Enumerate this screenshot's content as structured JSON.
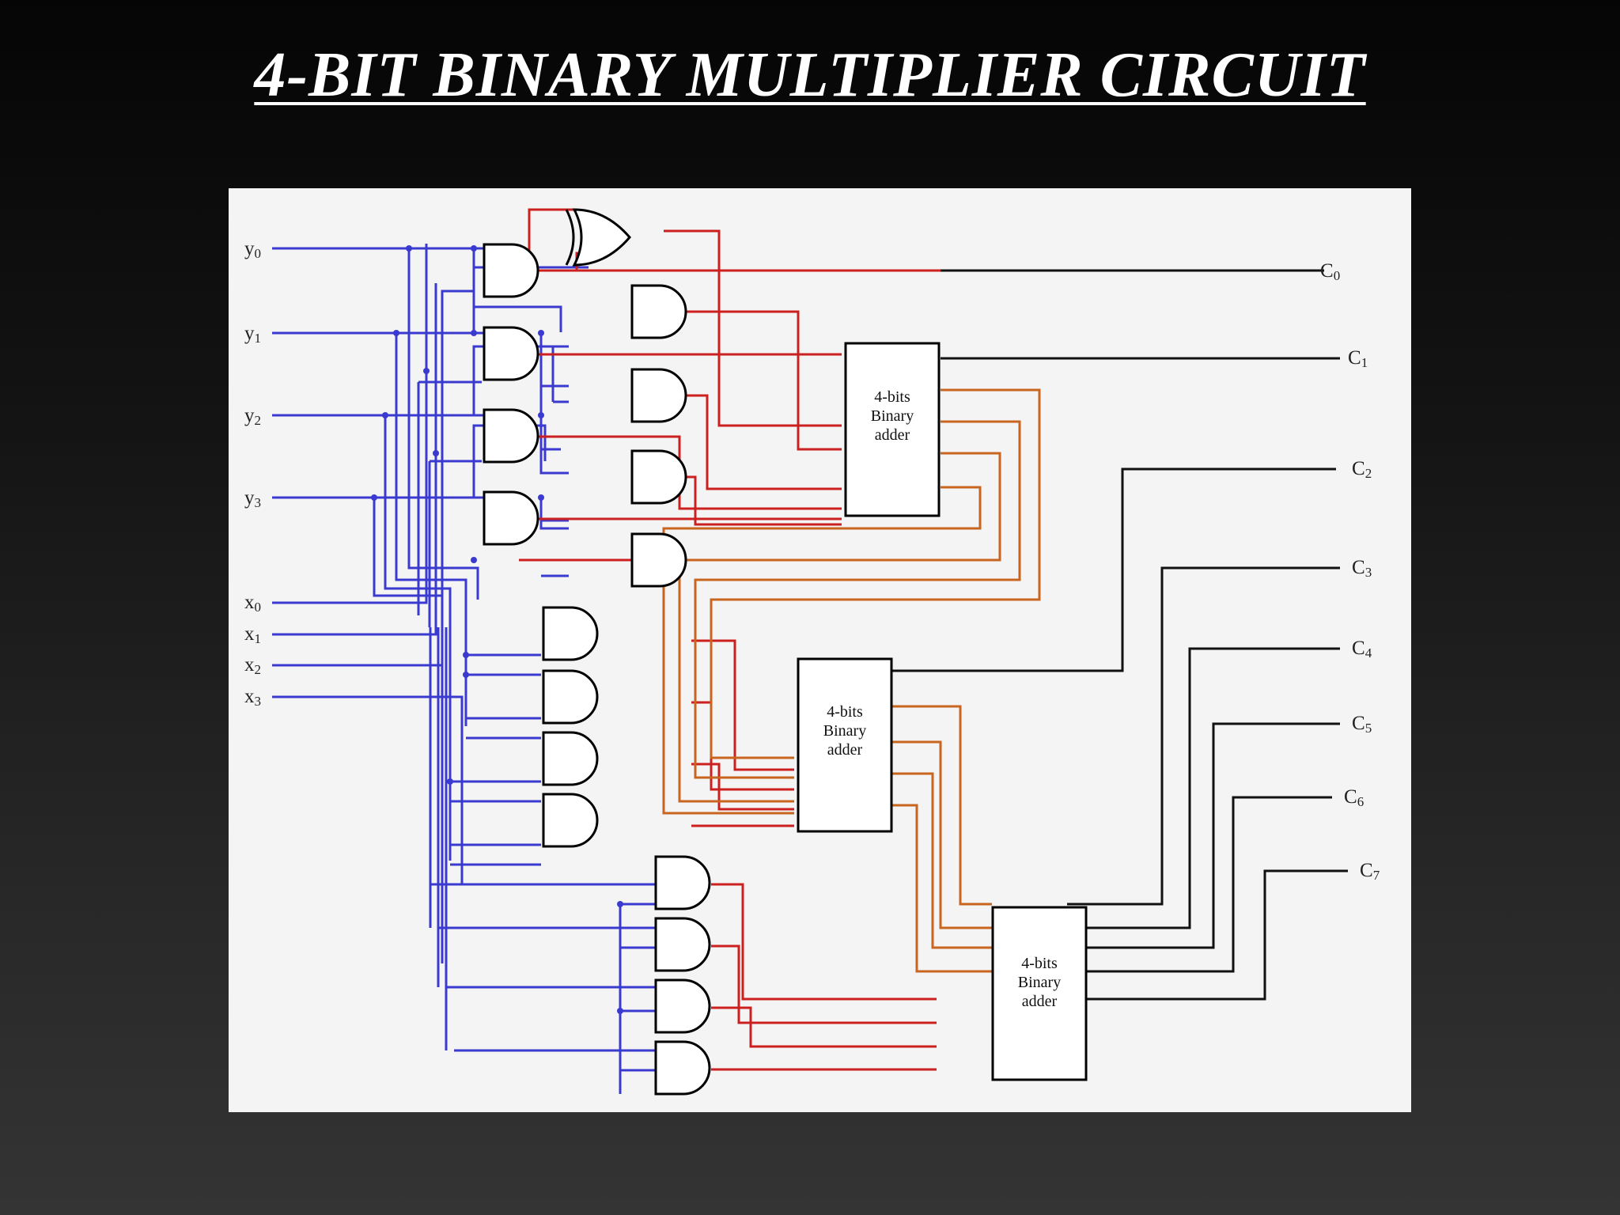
{
  "slide": {
    "title": "4-BIT BINARY MULTIPLIER CIRCUIT"
  },
  "diagram": {
    "inputs_y": [
      {
        "base": "y",
        "sub": "0"
      },
      {
        "base": "y",
        "sub": "1"
      },
      {
        "base": "y",
        "sub": "2"
      },
      {
        "base": "y",
        "sub": "3"
      }
    ],
    "inputs_x": [
      {
        "base": "x",
        "sub": "0"
      },
      {
        "base": "x",
        "sub": "1"
      },
      {
        "base": "x",
        "sub": "2"
      },
      {
        "base": "x",
        "sub": "3"
      }
    ],
    "outputs": [
      {
        "base": "C",
        "sub": "0"
      },
      {
        "base": "C",
        "sub": "1"
      },
      {
        "base": "C",
        "sub": "2"
      },
      {
        "base": "C",
        "sub": "3"
      },
      {
        "base": "C",
        "sub": "4"
      },
      {
        "base": "C",
        "sub": "5"
      },
      {
        "base": "C",
        "sub": "6"
      },
      {
        "base": "C",
        "sub": "7"
      }
    ],
    "adders": [
      {
        "line1": "4-bits",
        "line2": "Binary",
        "line3": "adder"
      },
      {
        "line1": "4-bits",
        "line2": "Binary",
        "line3": "adder"
      },
      {
        "line1": "4-bits",
        "line2": "Binary",
        "line3": "adder"
      }
    ],
    "colors": {
      "input_wire": "#3a3ad0",
      "partial_product_wire": "#cc2020",
      "adder_wire": "#c8651e",
      "output_wire": "#111111"
    }
  }
}
